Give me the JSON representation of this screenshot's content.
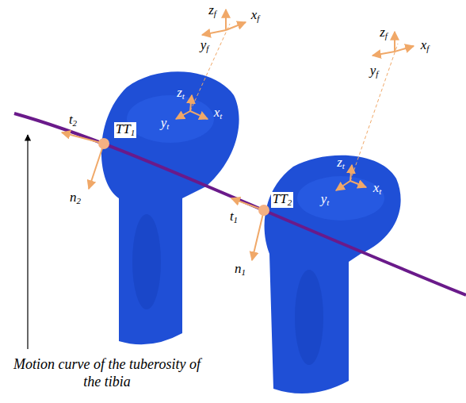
{
  "diagram": {
    "labels": [
      "zf",
      "xf",
      "yf",
      "zt",
      "xt",
      "yt",
      "t2",
      "TT1",
      "n2",
      "t1",
      "TT2",
      "n1",
      "zf",
      "xf",
      "yf",
      "zt",
      "xt",
      "yt",
      "Motion curve of the tuberosity of the tibia"
    ]
  }
}
